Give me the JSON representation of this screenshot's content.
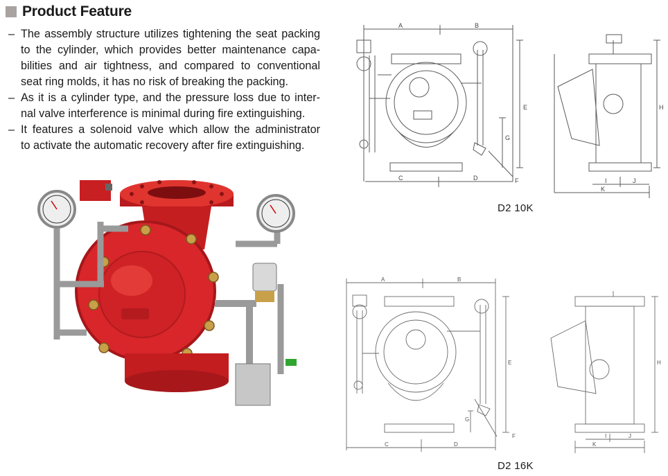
{
  "header": {
    "title": "Product Feature"
  },
  "features": [
    {
      "dash": "–",
      "lines": [
        "The assembly structure utilizes tightening the seat packing",
        "to the cylinder, which provides better maintenance capa-",
        "bilities and air tightness, and compared to conventional",
        "seat ring molds, it has no risk of breaking the packing."
      ]
    },
    {
      "dash": "–",
      "lines": [
        "As it is a cylinder type, and the pressure loss due to inter-",
        "nal valve interference is minimal during fire extinguishing."
      ]
    },
    {
      "dash": "–",
      "lines": [
        "It features a solenoid valve which allow the administrator",
        "to activate the automatic recovery after fire extinguishing."
      ]
    }
  ],
  "drawings": [
    {
      "caption": "D2 10K",
      "labels": {
        "a": "A",
        "b": "B",
        "c": "C",
        "d": "D",
        "e": "E",
        "f": "F",
        "g": "G",
        "h": "H",
        "i": "I",
        "j": "J",
        "k": "K"
      }
    },
    {
      "caption": "D2 16K",
      "labels": {
        "a": "A",
        "b": "B",
        "c": "C",
        "d": "D",
        "e": "E",
        "f": "F",
        "g": "G",
        "h": "H",
        "i": "I",
        "j": "J",
        "k": "K"
      }
    }
  ],
  "colors": {
    "valve_body": "#d8262a",
    "header_marker": "#a8a3a0",
    "drawing_line": "#5a5a5a",
    "metal": "#a9a9a9"
  }
}
